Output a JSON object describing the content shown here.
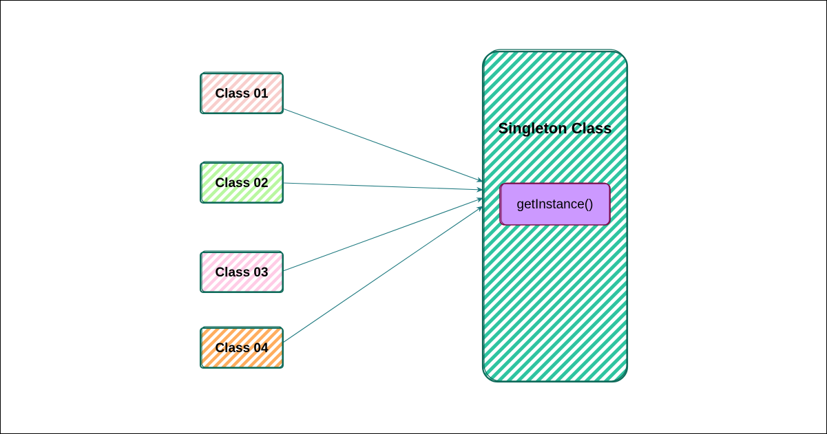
{
  "diagram": {
    "classes": [
      {
        "label": "Class 01",
        "fill_color": "#f8cecc"
      },
      {
        "label": "Class 02",
        "fill_color": "#b9f7a0"
      },
      {
        "label": "Class 03",
        "fill_color": "#ffcce6"
      },
      {
        "label": "Class 04",
        "fill_color": "#ffad5e"
      }
    ],
    "singleton": {
      "title": "Singleton Class",
      "method": "getInstance()",
      "fill_color": "#2ec4a0",
      "stroke_color": "#0f6b5a",
      "method_fill_color": "#cc99ff",
      "method_stroke_color": "#7a0c4a"
    },
    "arrow_color": "#1f7a80",
    "class_stroke_color": "#0f6b5a"
  }
}
